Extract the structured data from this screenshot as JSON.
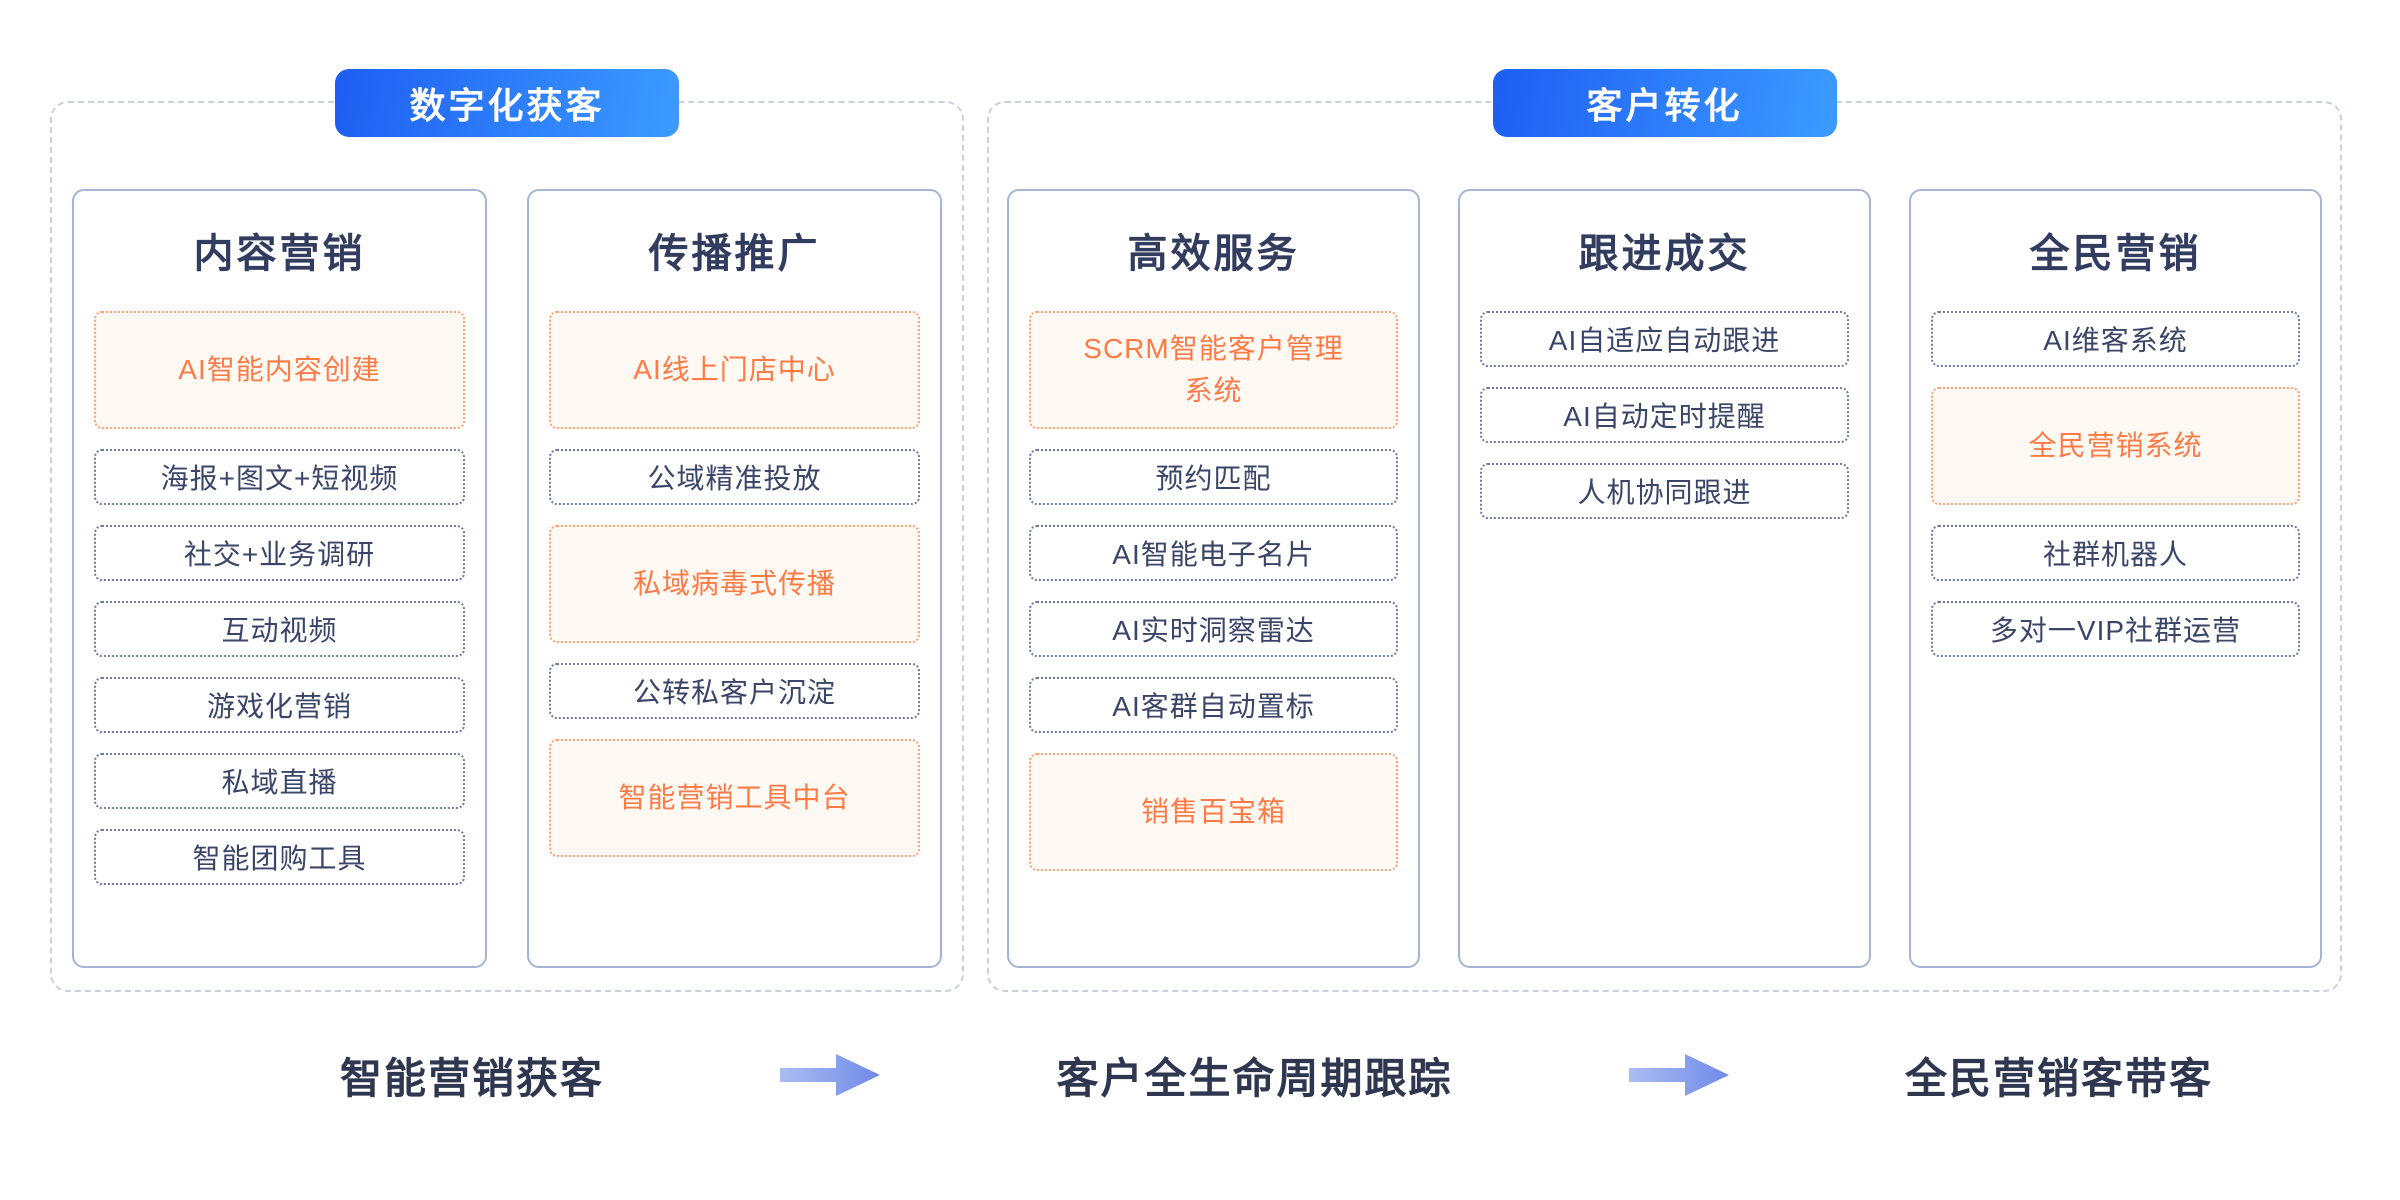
{
  "sections": [
    {
      "badge": "数字化获客",
      "columns": [
        {
          "title": "内容营销",
          "items": [
            {
              "label": "AI智能内容创建",
              "highlight": true
            },
            {
              "label": "海报+图文+短视频",
              "highlight": false
            },
            {
              "label": "社交+业务调研",
              "highlight": false
            },
            {
              "label": "互动视频",
              "highlight": false
            },
            {
              "label": "游戏化营销",
              "highlight": false
            },
            {
              "label": "私域直播",
              "highlight": false
            },
            {
              "label": "智能团购工具",
              "highlight": false
            }
          ]
        },
        {
          "title": "传播推广",
          "items": [
            {
              "label": "AI线上门店中心",
              "highlight": true
            },
            {
              "label": "公域精准投放",
              "highlight": false
            },
            {
              "label": "私域病毒式传播",
              "highlight": true
            },
            {
              "label": "公转私客户沉淀",
              "highlight": false
            },
            {
              "label": "智能营销工具中台",
              "highlight": true
            }
          ]
        }
      ]
    },
    {
      "badge": "客户转化",
      "columns": [
        {
          "title": "高效服务",
          "items": [
            {
              "label": "SCRM智能客户管理系统",
              "highlight": true
            },
            {
              "label": "预约匹配",
              "highlight": false
            },
            {
              "label": "AI智能电子名片",
              "highlight": false
            },
            {
              "label": "AI实时洞察雷达",
              "highlight": false
            },
            {
              "label": "AI客群自动置标",
              "highlight": false
            },
            {
              "label": "销售百宝箱",
              "highlight": true
            }
          ]
        },
        {
          "title": "跟进成交",
          "items": [
            {
              "label": "AI自适应自动跟进",
              "highlight": false
            },
            {
              "label": "AI自动定时提醒",
              "highlight": false
            },
            {
              "label": "人机协同跟进",
              "highlight": false
            }
          ]
        },
        {
          "title": "全民营销",
          "items": [
            {
              "label": "AI维客系统",
              "highlight": false
            },
            {
              "label": "全民营销系统",
              "highlight": true
            },
            {
              "label": "社群机器人",
              "highlight": false
            },
            {
              "label": "多对一VIP社群运营",
              "highlight": false
            }
          ]
        }
      ]
    }
  ],
  "flow": {
    "steps": [
      "智能营销获客",
      "客户全生命周期跟踪",
      "全民营销客带客"
    ]
  },
  "colors": {
    "badge_start": "#1E5EF3",
    "badge_end": "#3C9BFF",
    "highlight": "#FF7A45",
    "highlight_border": "#FFA077",
    "highlight_bg": "#FFF9F4",
    "navy": "#3A4568",
    "title": "#323C5E",
    "column_border": "#A6B4D4",
    "dotted_border": "#6C7BA6",
    "dashed_border": "#CBD0DB",
    "arrow_start": "#ABBDF1",
    "arrow_end": "#6F8AE9",
    "flow_text": "#2F3750"
  }
}
